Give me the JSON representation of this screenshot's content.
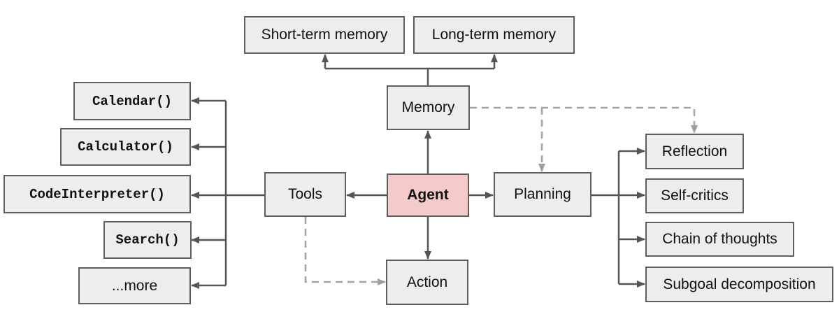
{
  "nodes": {
    "short_term_memory": {
      "label": "Short-term memory"
    },
    "long_term_memory": {
      "label": "Long-term memory"
    },
    "memory": {
      "label": "Memory"
    },
    "tools": {
      "label": "Tools"
    },
    "agent": {
      "label": "Agent"
    },
    "planning": {
      "label": "Planning"
    },
    "action": {
      "label": "Action"
    },
    "calendar": {
      "label": "Calendar()"
    },
    "calculator": {
      "label": "Calculator()"
    },
    "code_interpreter": {
      "label": "CodeInterpreter()"
    },
    "search": {
      "label": "Search()"
    },
    "more": {
      "label": "...more"
    },
    "reflection": {
      "label": "Reflection"
    },
    "self_critics": {
      "label": "Self-critics"
    },
    "chain_of_thoughts": {
      "label": "Chain of thoughts"
    },
    "subgoal_decomposition": {
      "label": "Subgoal decomposition"
    }
  },
  "colors": {
    "agent_fill": "#f5caca",
    "node_fill": "#ededed",
    "node_border": "#5e5e5e",
    "solid_edge": "#555555",
    "dashed_edge": "#a3a3a3",
    "text": "#111111",
    "background": "#ffffff"
  }
}
